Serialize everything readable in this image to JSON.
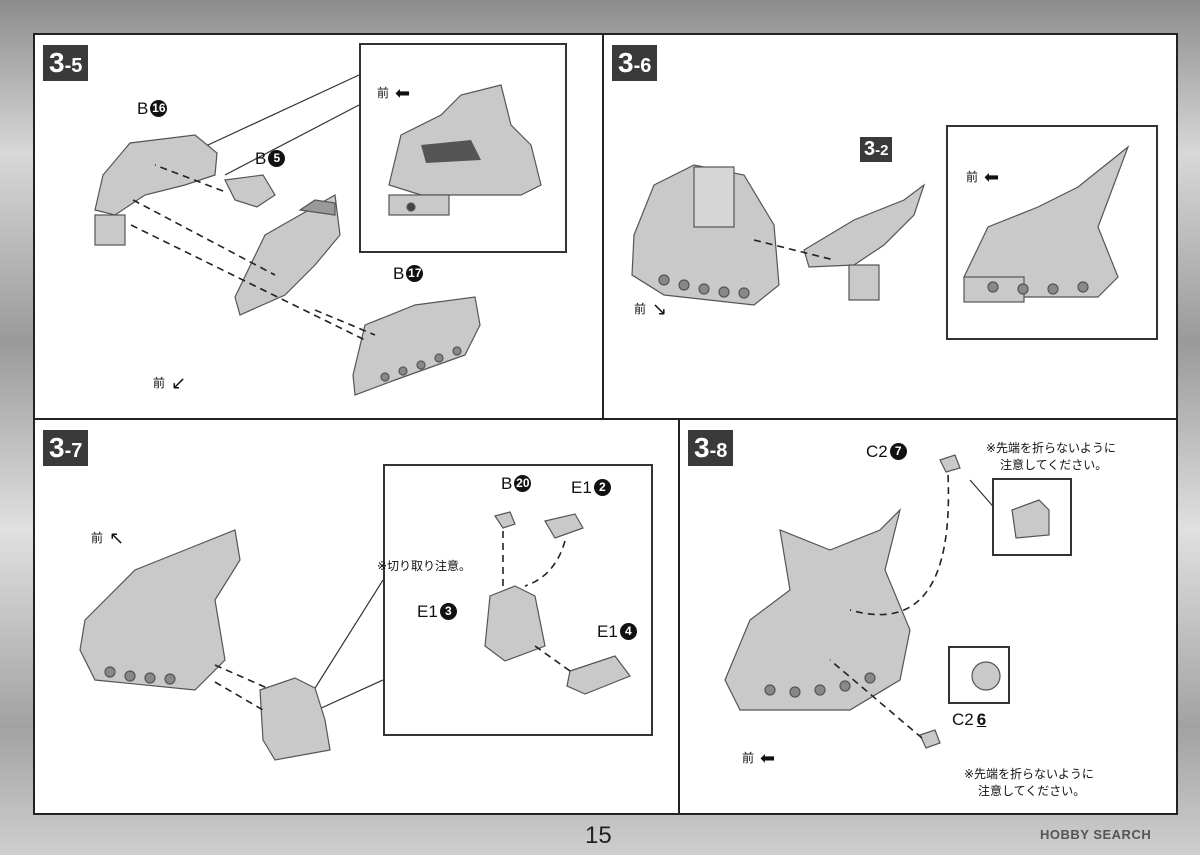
{
  "page_number": "15",
  "watermark": "HOBBY SEARCH",
  "forward_label": "前",
  "caution_cut": "※切り取り注意。",
  "caution_tip_line1": "※先端を折らないように",
  "caution_tip_line2": "注意してください。",
  "steps": {
    "s35": {
      "major": "3",
      "minor": "-5",
      "parts": {
        "b16": {
          "letter": "B",
          "num": "16"
        },
        "b5": {
          "letter": "B",
          "num": "5"
        },
        "b17": {
          "letter": "B",
          "num": "17"
        }
      }
    },
    "s36": {
      "major": "3",
      "minor": "-6",
      "ref_major": "3",
      "ref_minor": "-2"
    },
    "s37": {
      "major": "3",
      "minor": "-7",
      "parts": {
        "b20": {
          "letter": "B",
          "num": "20"
        },
        "e12": {
          "letter": "E1",
          "num": "2"
        },
        "e13": {
          "letter": "E1",
          "num": "3"
        },
        "e14": {
          "letter": "E1",
          "num": "4"
        }
      }
    },
    "s38": {
      "major": "3",
      "minor": "-8",
      "parts": {
        "c27": {
          "letter": "C2",
          "num": "7"
        },
        "c26": {
          "letter": "C2",
          "num": "6"
        }
      }
    }
  },
  "colors": {
    "part_fill": "#c9c9c9",
    "part_dark": "#7a7a7a",
    "panel_border": "#222222",
    "label_bg": "#3a3a3a"
  }
}
